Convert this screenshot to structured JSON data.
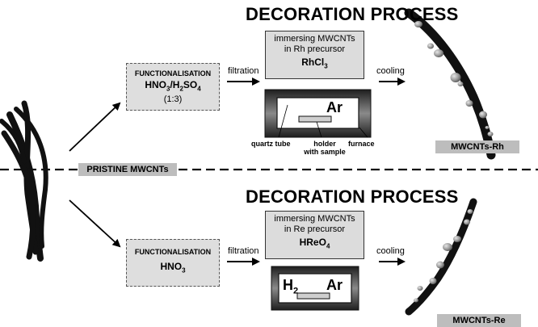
{
  "top": {
    "title": "DECORATION PROCESS",
    "func_title": "FUNCTIONALISATION",
    "func_reagent_a": "HNO",
    "func_reagent_a_sub": "3",
    "func_reagent_sep": "/H",
    "func_reagent_b_sub": "2",
    "func_reagent_c": "SO",
    "func_reagent_c_sub": "4",
    "func_ratio": "(1:3)",
    "step1": "filtration",
    "imm_line1": "immersing MWCNTs",
    "imm_line2": "in Rh precursor",
    "precursor": "RhCl",
    "precursor_sub": "3",
    "step2": "cooling",
    "furnace_gas": "Ar",
    "label_quartz": "quartz tube",
    "label_holder_1": "holder",
    "label_holder_2": "with sample",
    "label_furnace": "furnace",
    "result": "MWCNTs-Rh"
  },
  "middle": {
    "pristine": "PRISTINE MWCNTs"
  },
  "bottom": {
    "title": "DECORATION PROCESS",
    "func_title": "FUNCTIONALISATION",
    "func_reagent": "HNO",
    "func_reagent_sub": "3",
    "step1": "filtration",
    "imm_line1": "immersing MWCNTs",
    "imm_line2": "in Re precursor",
    "precursor": "HReO",
    "precursor_sub": "4",
    "step2": "cooling",
    "gas_h": "H",
    "gas_h_sub": "2",
    "gas_ar": "Ar",
    "result": "MWCNTs-Re"
  },
  "colors": {
    "box_fill": "#dcdcdc",
    "tag_fill": "#bdbdbd",
    "furnace_outer": "#3a3a3a",
    "particle": "#9a9a9a",
    "tube": "#111111"
  }
}
